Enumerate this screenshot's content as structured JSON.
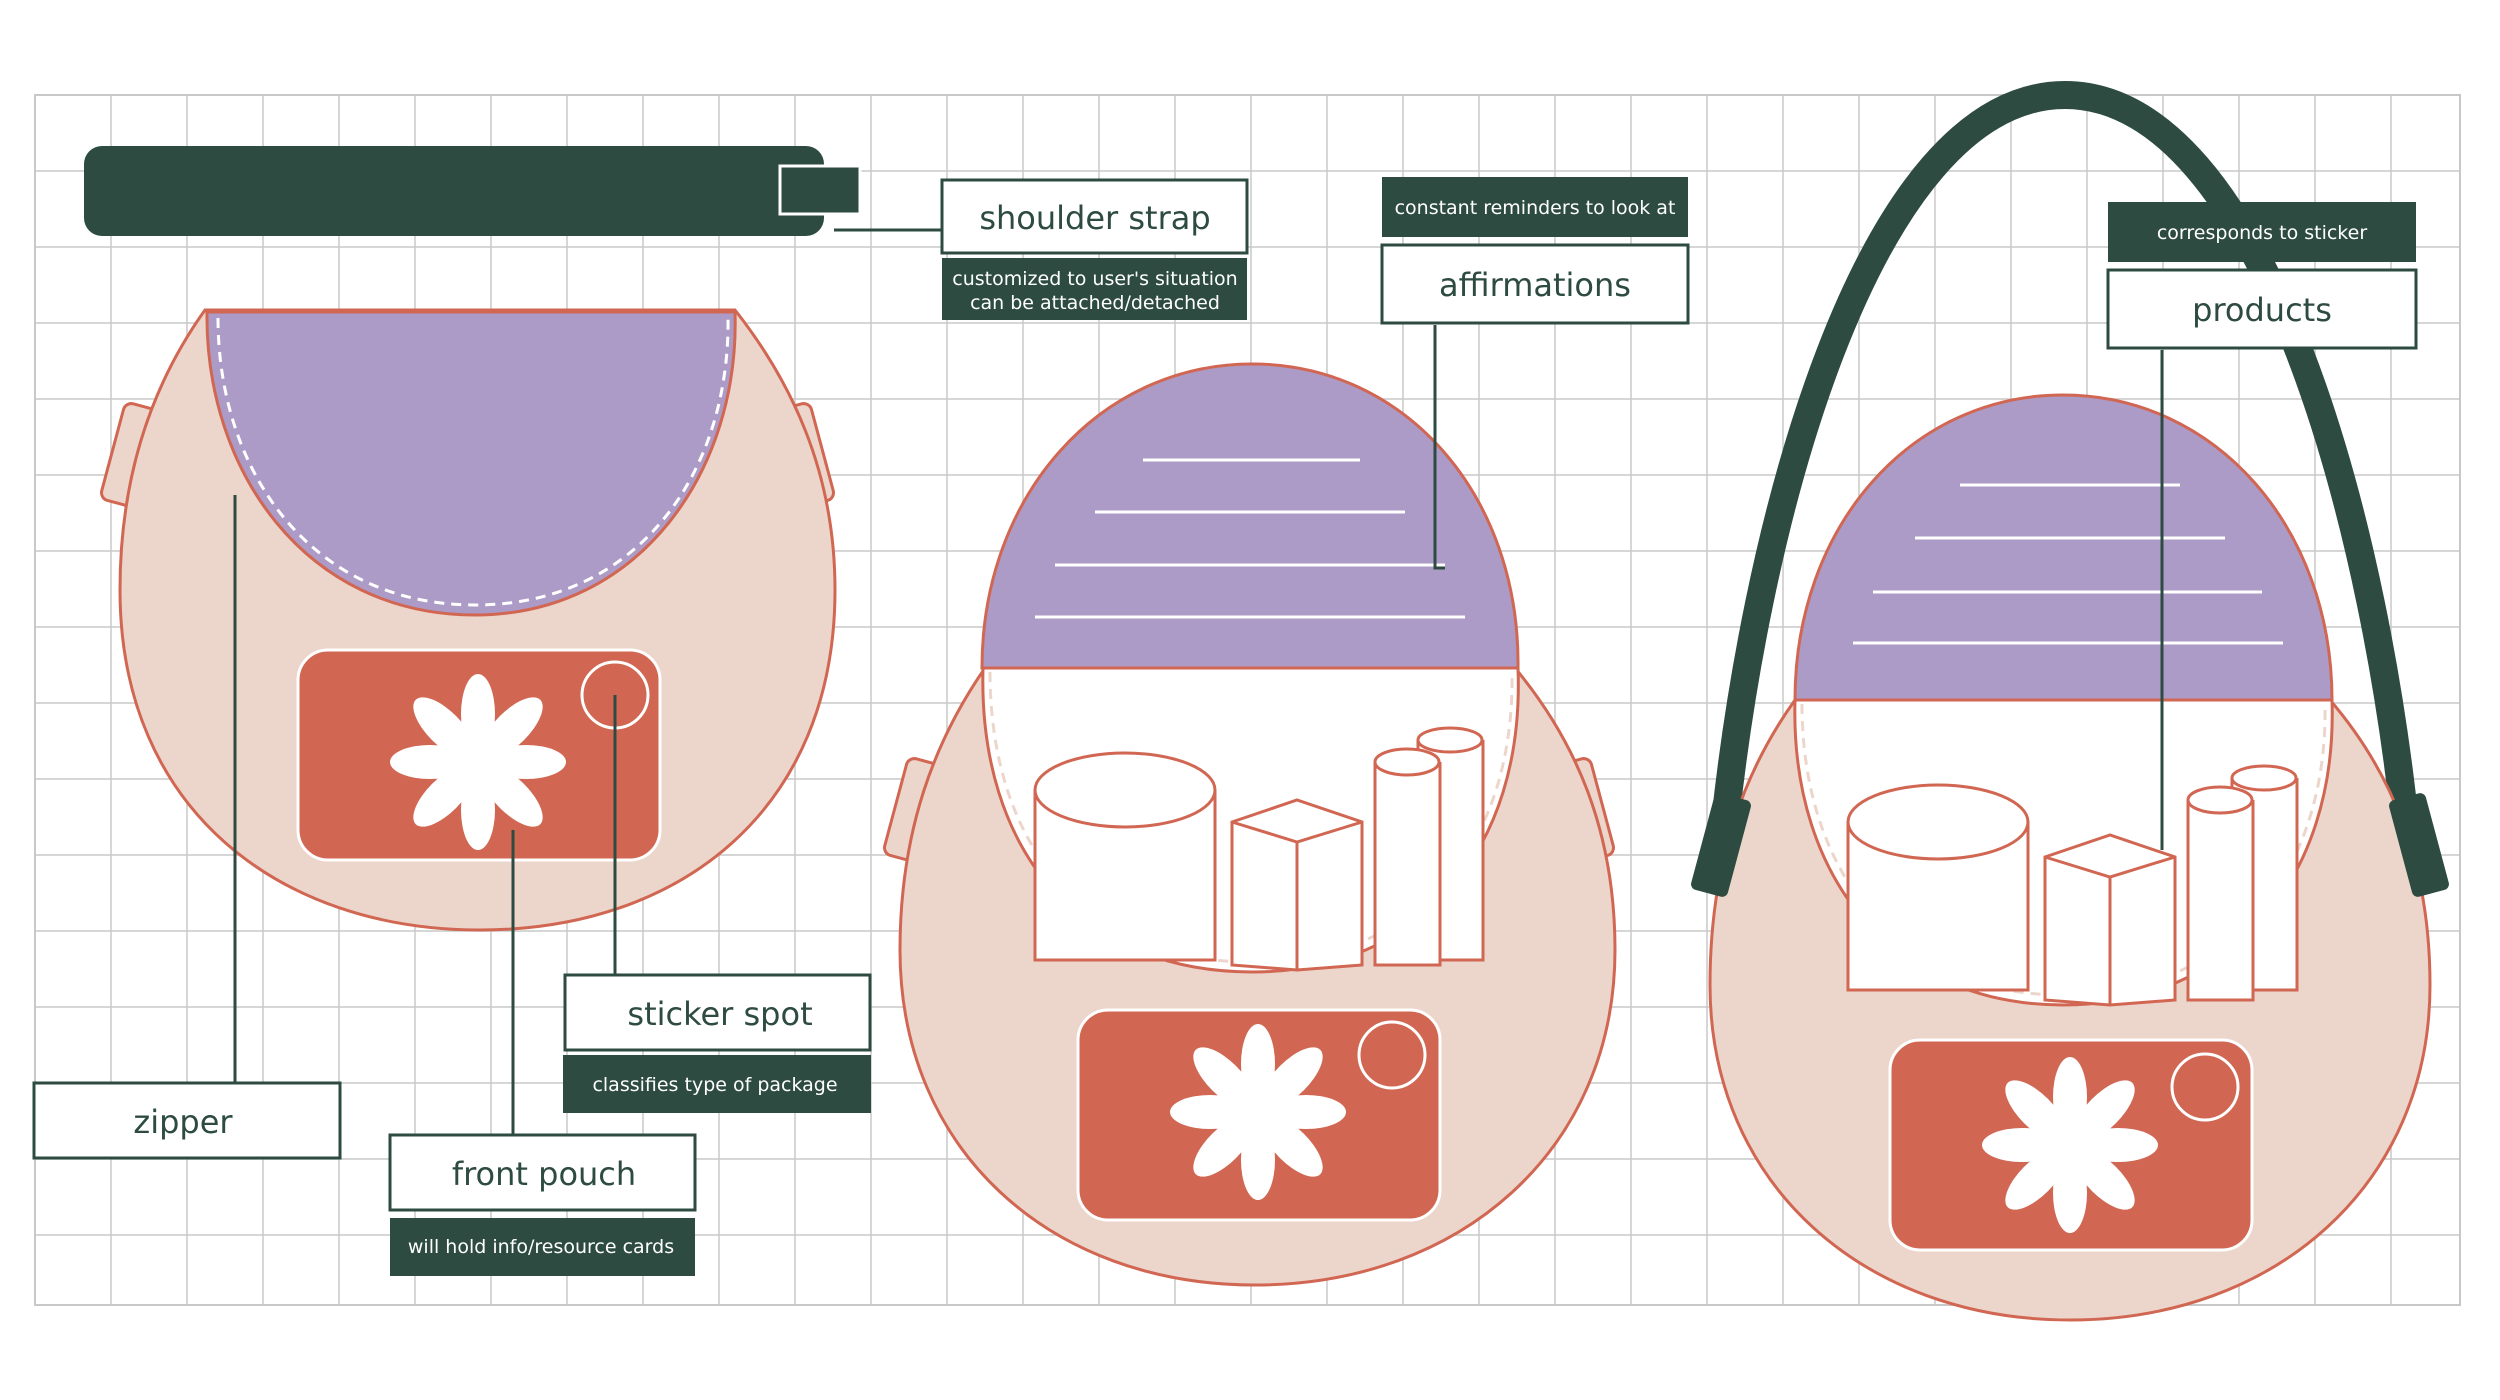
{
  "colors": {
    "dark_green": "#2d4b40",
    "lavender": "#ad9bc7",
    "blush": "#ecd6cb",
    "terracotta": "#d16752",
    "outline": "#d16752",
    "grid": "#c8c8c8",
    "white": "#ffffff"
  },
  "labels": {
    "shoulder_strap": {
      "title": "shoulder strap",
      "note_line1": "customized to user's situation",
      "note_line2": "can be attached/detached"
    },
    "affirmations": {
      "title": "affirmations",
      "note": "constant reminders to look at"
    },
    "products": {
      "title": "products",
      "note": "corresponds to sticker"
    },
    "zipper": {
      "title": "zipper"
    },
    "front_pouch": {
      "title": "front pouch",
      "note": "will hold info/resource cards"
    },
    "sticker_spot": {
      "title": "sticker spot",
      "note": "classifies type of package"
    }
  },
  "icons": {
    "sticker": "flower-sticker-icon"
  }
}
